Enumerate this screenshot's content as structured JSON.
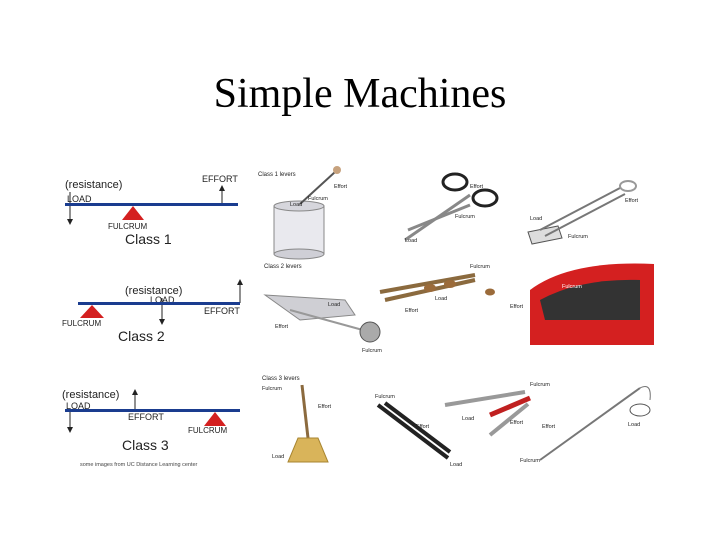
{
  "slide": {
    "title": "Simple Machines"
  },
  "lever_diagrams": {
    "class1": {
      "resistance": "(resistance)",
      "load": "LOAD",
      "effort": "EFFORT",
      "fulcrum": "FULCRUM",
      "label": "Class 1"
    },
    "class2": {
      "resistance": "(resistance)",
      "load": "LOAD",
      "effort": "EFFORT",
      "fulcrum": "FULCRUM",
      "label": "Class 2"
    },
    "class3": {
      "resistance": "(resistance)",
      "load": "LOAD",
      "effort": "EFFORT",
      "fulcrum": "FULCRUM",
      "label": "Class 3"
    },
    "credit": "some images from UC Distance Learning center"
  },
  "examples": {
    "class1": {
      "header": "Class 1 levers",
      "paint_can": {
        "effort": "Effort",
        "fulcrum": "Fulcrum",
        "load": "Load"
      },
      "scissors": {
        "effort": "Effort",
        "fulcrum": "Fulcrum",
        "load": "Load"
      },
      "pliers": {
        "effort": "Effort",
        "load": "Load",
        "fulcrum": "Fulcrum"
      }
    },
    "class2": {
      "header": "Class 2 levers",
      "wheelbarrow": {
        "load": "Load",
        "effort": "Effort",
        "fulcrum": "Fulcrum"
      },
      "nutcracker": {
        "fulcrum": "Fulcrum",
        "load": "Load",
        "effort": "Effort"
      },
      "car_door": {
        "effort": "Effort",
        "fulcrum": "Fulcrum"
      }
    },
    "class3": {
      "header": "Class 3 levers",
      "broom": {
        "fulcrum": "Fulcrum",
        "effort": "Effort",
        "load": "Load"
      },
      "tweezers": {
        "fulcrum": "Fulcrum",
        "effort": "Effort",
        "load": "Load"
      },
      "tongs": {
        "fulcrum": "Fulcrum",
        "load": "Load",
        "effort": "Effort"
      },
      "fishing_rod": {
        "load": "Load",
        "effort": "Effort",
        "fulcrum": "Fulcrum"
      }
    }
  }
}
